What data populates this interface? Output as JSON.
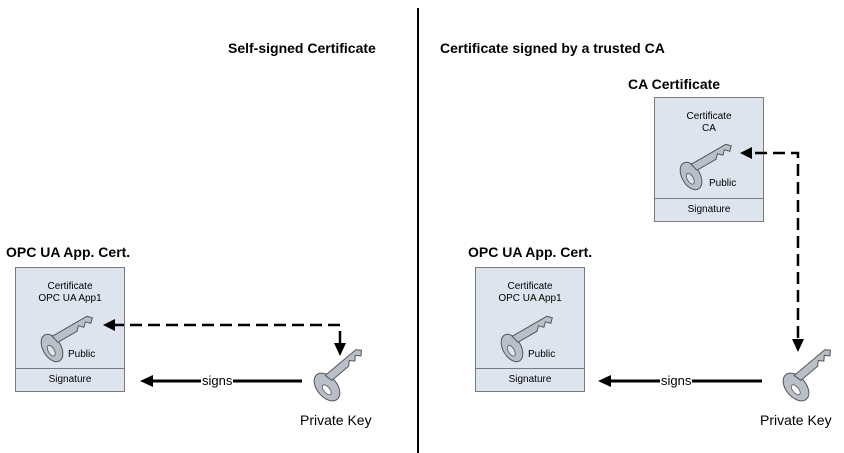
{
  "left_panel": {
    "heading": "Self-signed Certificate",
    "cert_box": {
      "header": "OPC UA App. Cert.",
      "title_line1": "Certificate",
      "title_line2": "OPC UA App1",
      "public_label": "Public",
      "signature_label": "Signature"
    },
    "signs_label": "signs",
    "private_key_label": "Private Key"
  },
  "right_panel": {
    "heading": "Certificate signed by a trusted CA",
    "ca_cert_box": {
      "header": "CA Certificate",
      "title_line1": "Certificate",
      "title_line2": "CA",
      "public_label": "Public",
      "signature_label": "Signature"
    },
    "app_cert_box": {
      "header": "OPC UA App. Cert.",
      "title_line1": "Certificate",
      "title_line2": "OPC UA App1",
      "public_label": "Public",
      "signature_label": "Signature"
    },
    "signs_label": "signs",
    "private_key_label": "Private Key"
  },
  "colors": {
    "box_fill": "#dde4ee",
    "box_border": "#7a7a7a",
    "key_fill": "#b9bfc9",
    "line": "#000000"
  },
  "icons": [
    "key-icon",
    "arrow-icon"
  ]
}
